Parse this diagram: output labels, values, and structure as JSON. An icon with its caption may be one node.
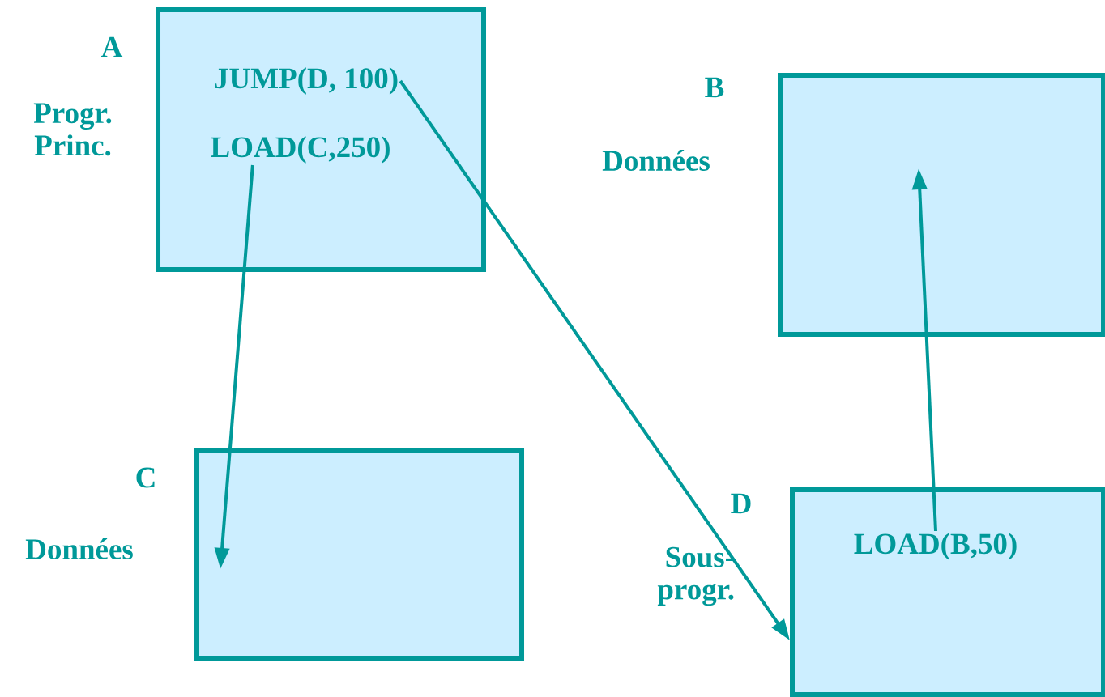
{
  "diagram": {
    "nodes": [
      {
        "text": [
          "A",
          "Progr. Princ."
        ]
      },
      {
        "text": [
          "JUMP(D, 100)"
        ],
        "in": 0
      },
      {
        "text": [
          "LOAD(C,250)"
        ],
        "in": 0
      },
      {
        "text": [
          "B",
          "Données"
        ]
      },
      {
        "text": [
          "C",
          "Données"
        ]
      },
      {
        "text": [
          "D",
          "Sous-progr."
        ]
      },
      {
        "text": [
          "LOAD(B,50)"
        ],
        "in": 5
      }
    ],
    "edges": [
      {
        "from": 1,
        "to": 5,
        "arrow": "to"
      },
      {
        "from": 2,
        "to": 4,
        "arrow": "to"
      },
      {
        "from": 6,
        "to": 3,
        "arrow": "to"
      }
    ]
  }
}
